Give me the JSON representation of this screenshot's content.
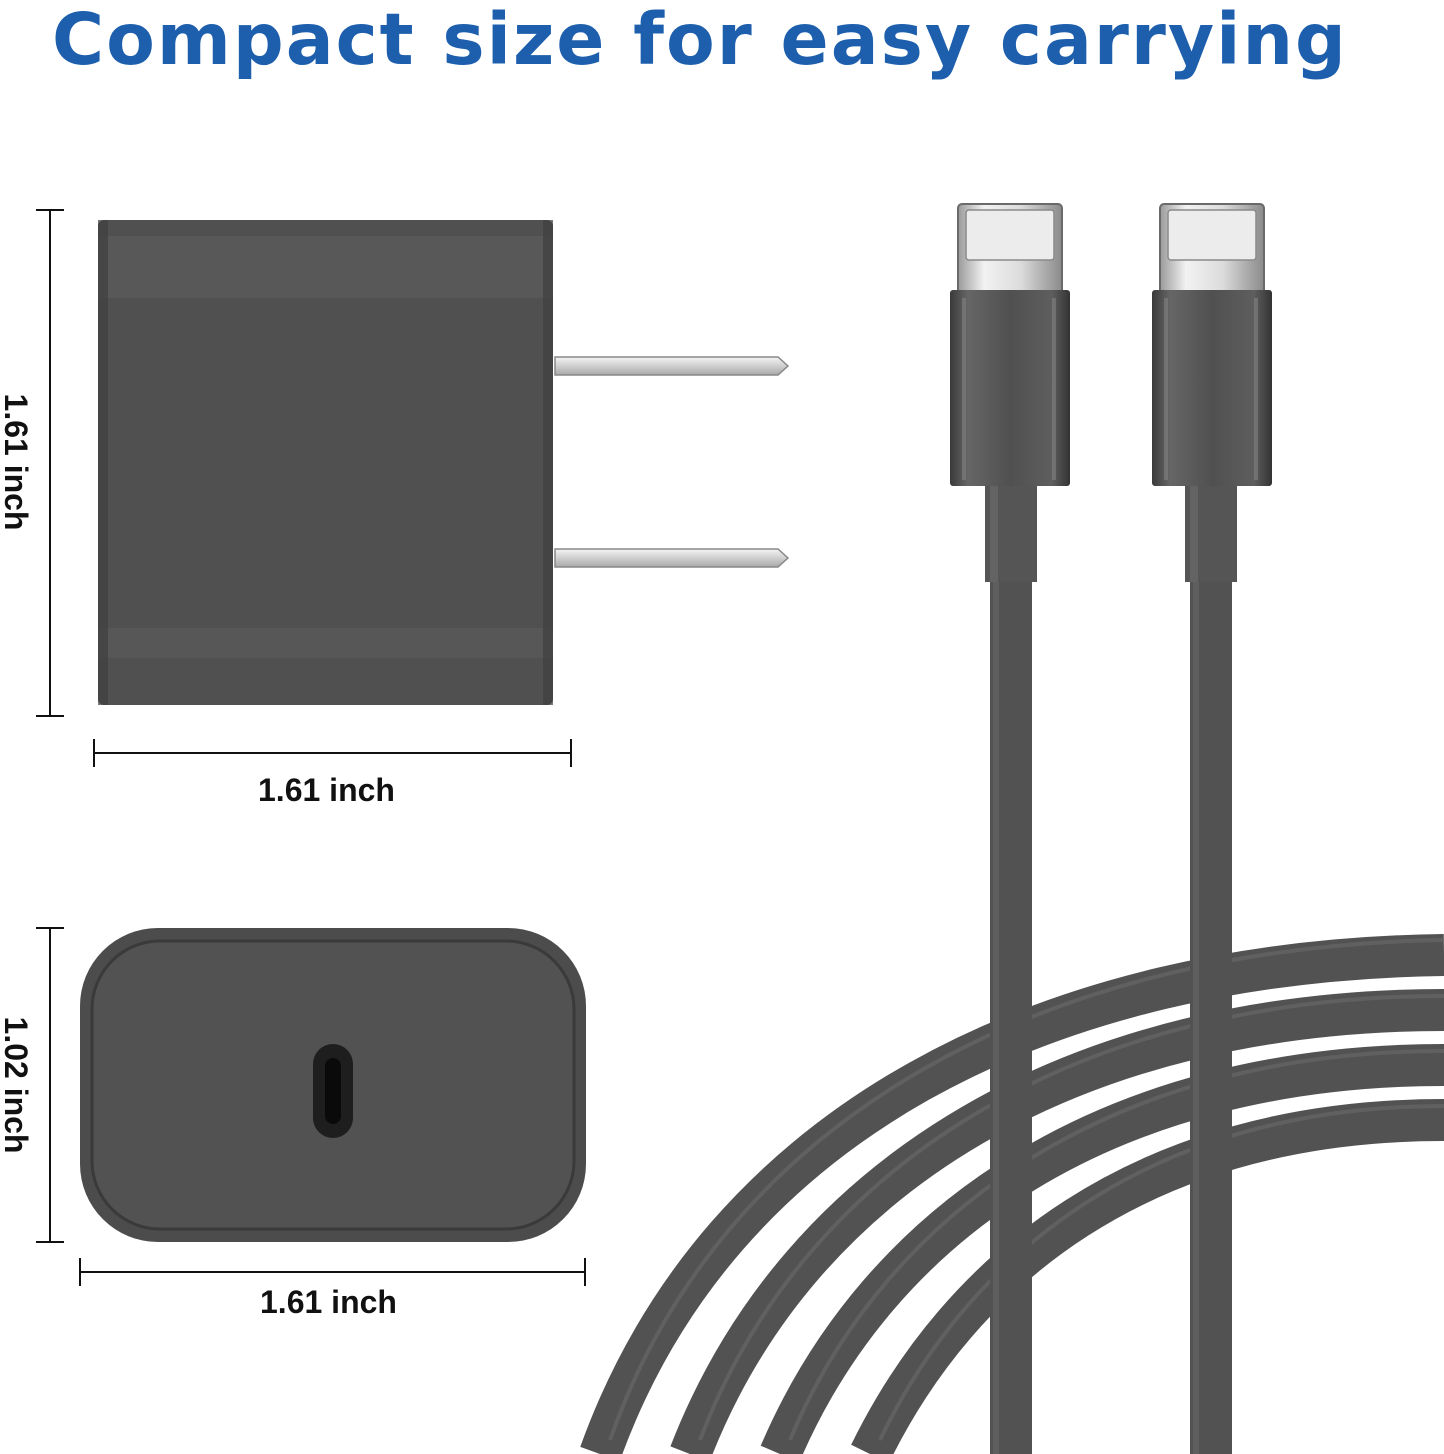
{
  "headline": {
    "text": "Compact size for easy carrying",
    "color": "#1d5fad"
  },
  "dimensions": {
    "front_height": "1.61 inch",
    "front_width": "1.61 inch",
    "top_depth": "1.02 inch",
    "top_width": "1.61 inch"
  },
  "colors": {
    "charger_body": "#505050",
    "cable": "#525252",
    "prong_metal": "#d7d7d7",
    "dimension_line": "#111111"
  },
  "icons": {
    "charger_front": "charger-front-icon",
    "charger_top": "charger-top-icon",
    "usb_c_port": "usb-c-port-icon",
    "usb_c_connector": "usb-c-connector-icon",
    "coiled_cable": "coiled-cable-icon"
  }
}
